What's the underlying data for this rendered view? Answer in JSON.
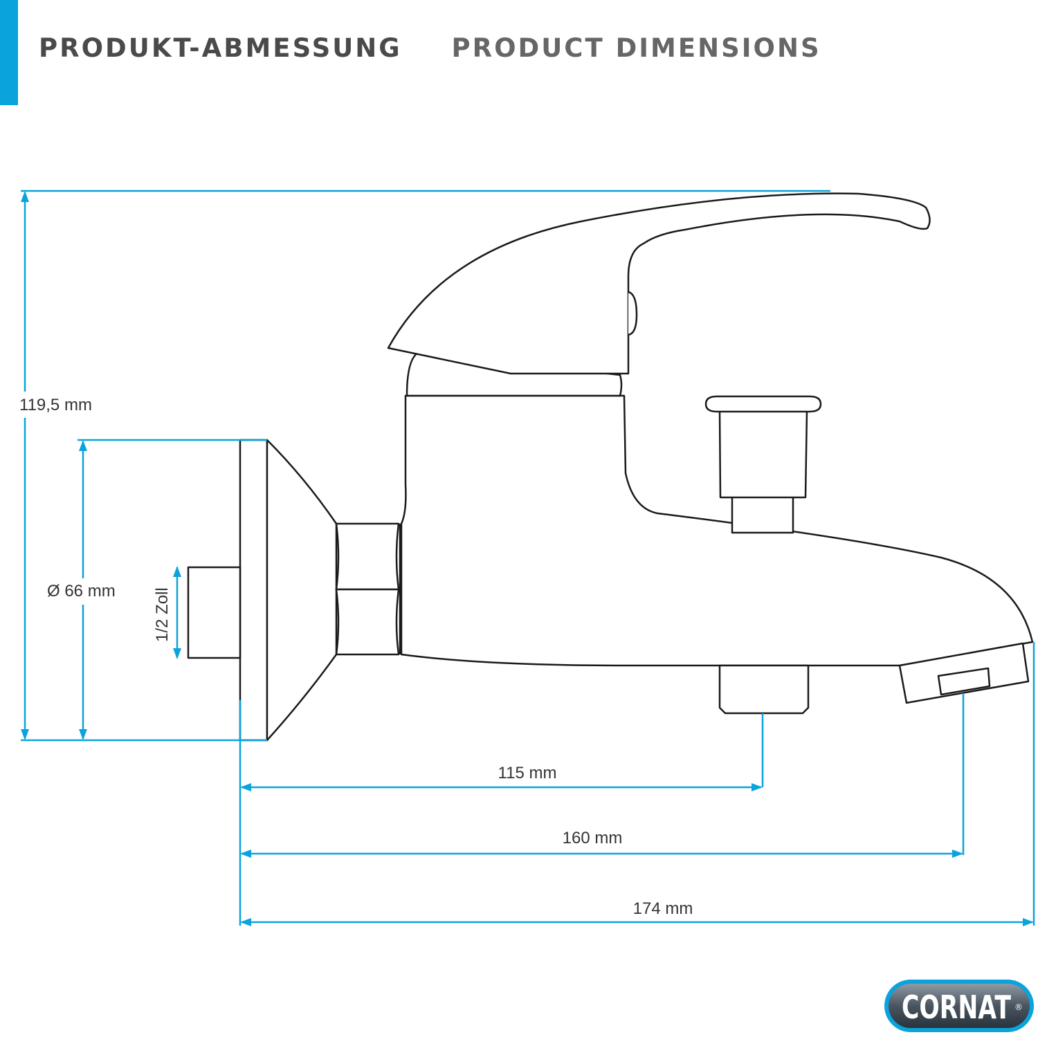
{
  "header": {
    "title_de": "PRODUKT-ABMESSUNG",
    "title_en": "PRODUCT DIMENSIONS"
  },
  "dimensions": {
    "height": "119,5 mm",
    "diameter": "Ø 66 mm",
    "thread": "1/2 Zoll",
    "length_to_outlet": "115 mm",
    "length_to_spout": "160 mm",
    "total_length": "174 mm"
  },
  "logo": {
    "text": "CORNAT",
    "registered": "®"
  },
  "colors": {
    "accent": "#0aa3dc",
    "line": "#1a1a1a",
    "dimension": "#0aa3dc"
  }
}
